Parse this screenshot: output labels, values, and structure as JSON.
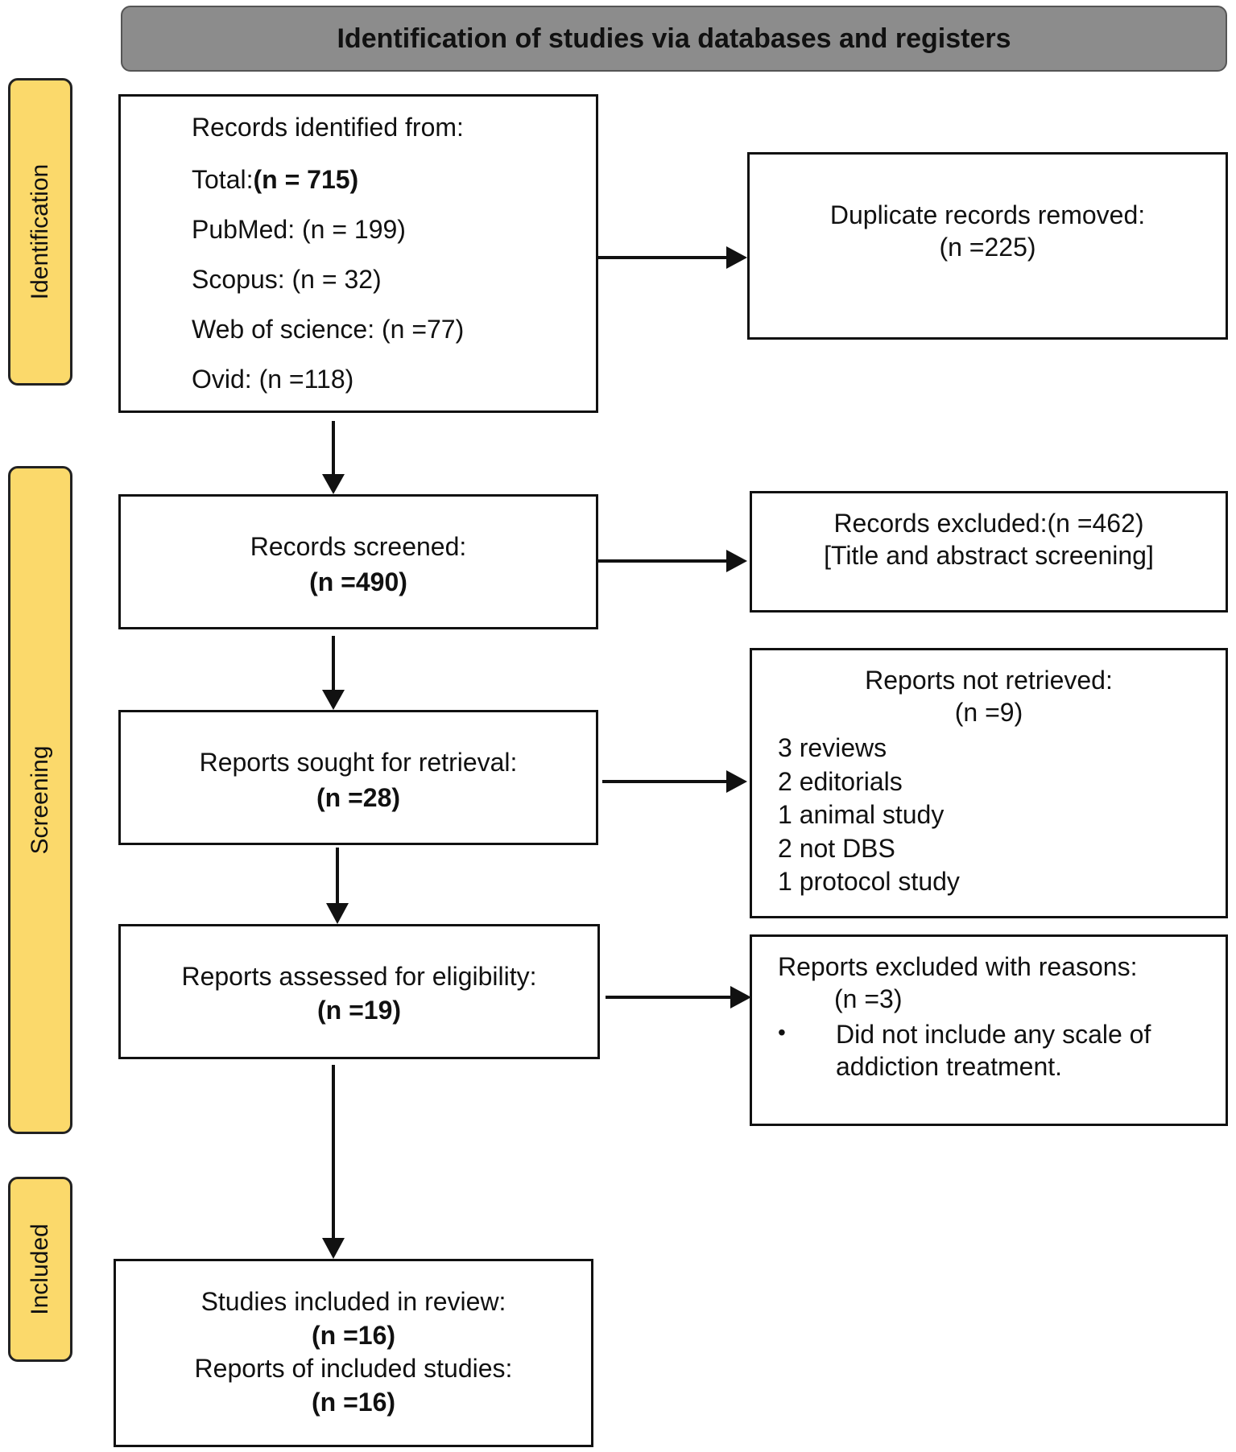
{
  "header": {
    "title": "Identification of studies via databases and registers"
  },
  "phases": {
    "identification": "Identification",
    "screening": "Screening",
    "included": "Included"
  },
  "identified": {
    "label": "Records identified from:",
    "total_label": "Total:",
    "total_value": "(n = 715)",
    "sources": [
      "PubMed: (n = 199)",
      "Scopus: (n = 32)",
      "Web of science: (n =77)",
      "Ovid: (n =118)"
    ]
  },
  "duplicates": {
    "label": "Duplicate records removed:",
    "value": "(n =225)"
  },
  "screened": {
    "label": "Records screened:",
    "value": "(n =490)"
  },
  "excluded": {
    "label": "Records excluded:(n =462)",
    "note": "[Title and abstract screening]"
  },
  "sought": {
    "label": "Reports sought for retrieval:",
    "value": "(n =28)"
  },
  "not_retrieved": {
    "label": "Reports not retrieved:",
    "value": "(n =9)",
    "items": [
      "3 reviews",
      "2 editorials",
      "1 animal study",
      "2 not DBS",
      "1 protocol study"
    ]
  },
  "assessed": {
    "label": "Reports assessed for eligibility:",
    "value": "(n =19)"
  },
  "excluded_reasons": {
    "label": "Reports excluded with reasons:",
    "value": "(n =3)",
    "bullet": "•",
    "reason_line1": "Did not include any scale of",
    "reason_line2": "addiction treatment."
  },
  "included": {
    "studies_label": "Studies included in review:",
    "studies_value": "(n =16)",
    "reports_label": "Reports of included studies:",
    "reports_value": "(n =16)"
  }
}
